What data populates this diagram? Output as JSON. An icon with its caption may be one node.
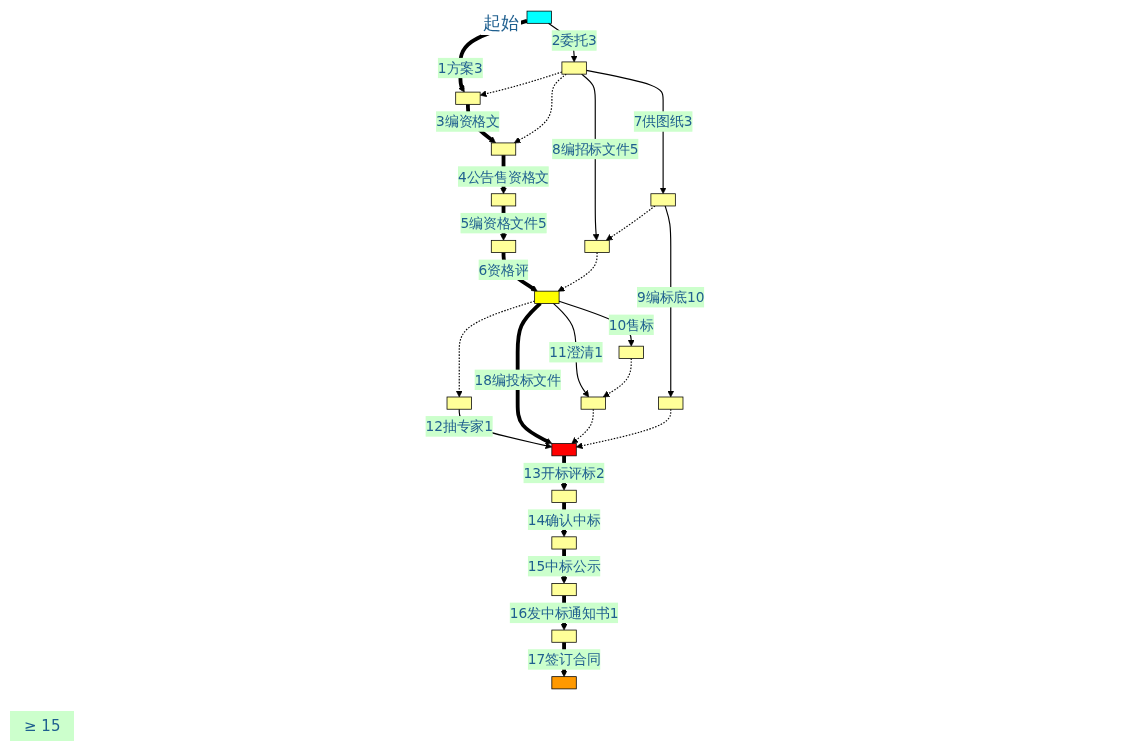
{
  "diagram": {
    "nodes": [
      {
        "text": [],
        "shape": "box",
        "beside": [
          "起始"
        ]
      },
      {
        "text": [],
        "shape": "box"
      },
      {
        "text": [],
        "shape": "box"
      },
      {
        "text": [],
        "shape": "box"
      },
      {
        "text": [],
        "shape": "box"
      },
      {
        "text": [],
        "shape": "box"
      },
      {
        "text": [],
        "shape": "box"
      },
      {
        "text": [],
        "shape": "box"
      },
      {
        "text": [],
        "shape": "box"
      },
      {
        "text": [],
        "shape": "box"
      },
      {
        "text": [],
        "shape": "box"
      },
      {
        "text": [],
        "shape": "box"
      },
      {
        "text": [],
        "shape": "box"
      },
      {
        "text": [],
        "shape": "box"
      },
      {
        "text": [],
        "shape": "box"
      },
      {
        "text": [],
        "shape": "box"
      },
      {
        "text": [],
        "shape": "box"
      },
      {
        "text": [],
        "shape": "box"
      },
      {
        "text": [],
        "shape": "box"
      }
    ],
    "edges": [
      {
        "from": 0,
        "to": 1,
        "arrow": "to",
        "label": "1方案3",
        "style": "thick"
      },
      {
        "from": 1,
        "to": 2,
        "arrow": "to",
        "label": "3编资格文",
        "style": "thick"
      },
      {
        "from": 0,
        "to": 9,
        "arrow": "to",
        "label": "2委托3"
      },
      {
        "from": 9,
        "to": 1,
        "arrow": "to",
        "style": "dashed"
      },
      {
        "from": 9,
        "to": 2,
        "arrow": "to",
        "style": "dashed"
      },
      {
        "from": 2,
        "to": 3,
        "arrow": "to",
        "label": "4公告售资格文",
        "style": "thick"
      },
      {
        "from": 3,
        "to": 4,
        "arrow": "to",
        "label": "5编资格文件5",
        "style": "thick"
      },
      {
        "from": 4,
        "to": 5,
        "arrow": "to",
        "label": "6资格评",
        "style": "thick"
      },
      {
        "from": 9,
        "to": 10,
        "arrow": "to",
        "label": "8编招标文件5"
      },
      {
        "from": 9,
        "to": 11,
        "arrow": "to",
        "label": "7供图纸3"
      },
      {
        "from": 11,
        "to": 10,
        "arrow": "to",
        "style": "dashed"
      },
      {
        "from": 11,
        "to": 12,
        "arrow": "to",
        "label": "9编标底10"
      },
      {
        "from": 10,
        "to": 5,
        "arrow": "to",
        "style": "dashed"
      },
      {
        "from": 5,
        "to": 6,
        "arrow": "to",
        "style": "dashed"
      },
      {
        "from": 6,
        "to": 13,
        "arrow": "to",
        "label": "12抽专家1"
      },
      {
        "from": 5,
        "to": 13,
        "arrow": "to",
        "label": "18编投标文件",
        "style": "thick"
      },
      {
        "from": 5,
        "to": 7,
        "arrow": "to",
        "label": "10售标"
      },
      {
        "from": 5,
        "to": 8,
        "arrow": "to",
        "label": "11澄清1"
      },
      {
        "from": 7,
        "to": 8,
        "arrow": "to",
        "style": "dashed"
      },
      {
        "from": 8,
        "to": 13,
        "arrow": "to",
        "style": "dashed"
      },
      {
        "from": 12,
        "to": 13,
        "arrow": "to",
        "style": "dashed"
      },
      {
        "from": 13,
        "to": 14,
        "arrow": "to",
        "label": "13开标评标2",
        "style": "thick"
      },
      {
        "from": 14,
        "to": 15,
        "arrow": "to",
        "label": "14确认中标",
        "style": "thick"
      },
      {
        "from": 15,
        "to": 16,
        "arrow": "to",
        "label": "15中标公示",
        "style": "thick"
      },
      {
        "from": 16,
        "to": 17,
        "arrow": "to",
        "label": "16发中标通知书1",
        "style": "thick"
      },
      {
        "from": 17,
        "to": 18,
        "arrow": "to",
        "label": "17签订合同",
        "style": "thick"
      }
    ],
    "labels": [
      "≥ 15"
    ]
  }
}
